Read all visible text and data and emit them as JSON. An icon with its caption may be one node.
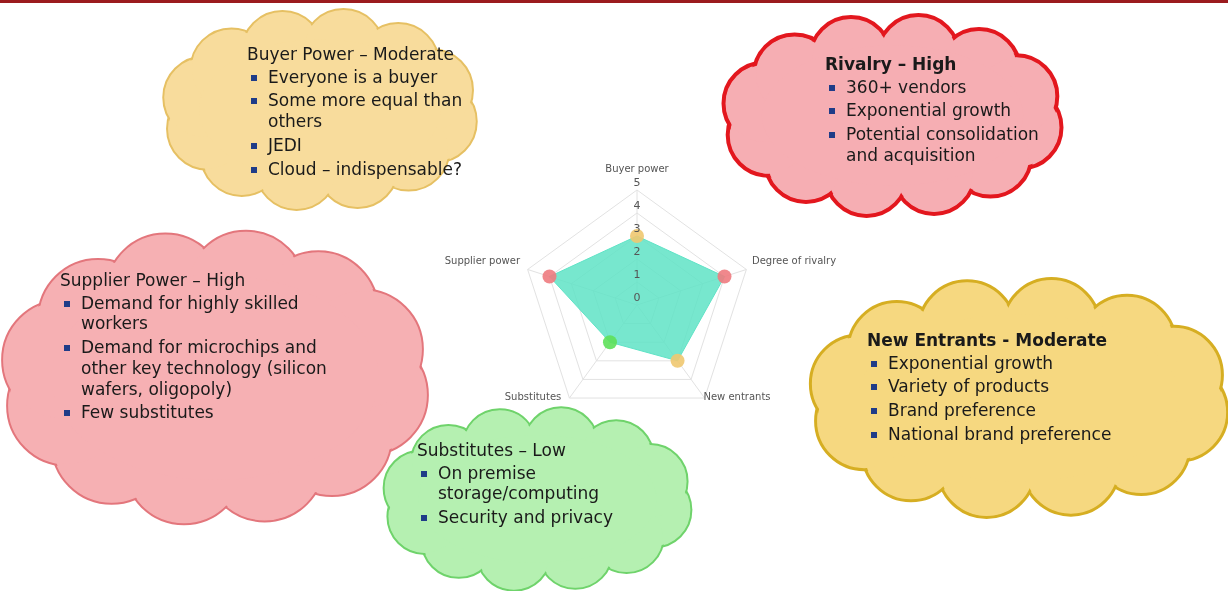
{
  "diagram": {
    "nodes": [
      {
        "text": [
          "Buyer Power – Moderate",
          "Everyone is a buyer",
          "Some more equal than others",
          "JEDI",
          "Cloud – indispensable?"
        ]
      },
      {
        "text": [
          "Rivalry – High",
          "360+ vendors",
          "Exponential growth",
          "Potential consolidation and acquisition"
        ]
      },
      {
        "text": [
          "Supplier Power – High",
          "Demand for highly skilled workers",
          "Demand for microchips and other key technology (silicon wafers, oligopoly)",
          "Few substitutes"
        ]
      },
      {
        "text": [
          "Substitutes – Low",
          "On premise storage/computing",
          "Security and privacy"
        ]
      },
      {
        "text": [
          "New Entrants - Moderate",
          "Exponential growth",
          "Variety of products",
          "Brand preference",
          "National brand preference"
        ]
      }
    ],
    "labels": [
      "Buyer power",
      "5",
      "4",
      "3",
      "2",
      "1",
      "0",
      "Supplier power",
      "Degree of rivalry",
      "Substitutes",
      "New entrants"
    ]
  }
}
